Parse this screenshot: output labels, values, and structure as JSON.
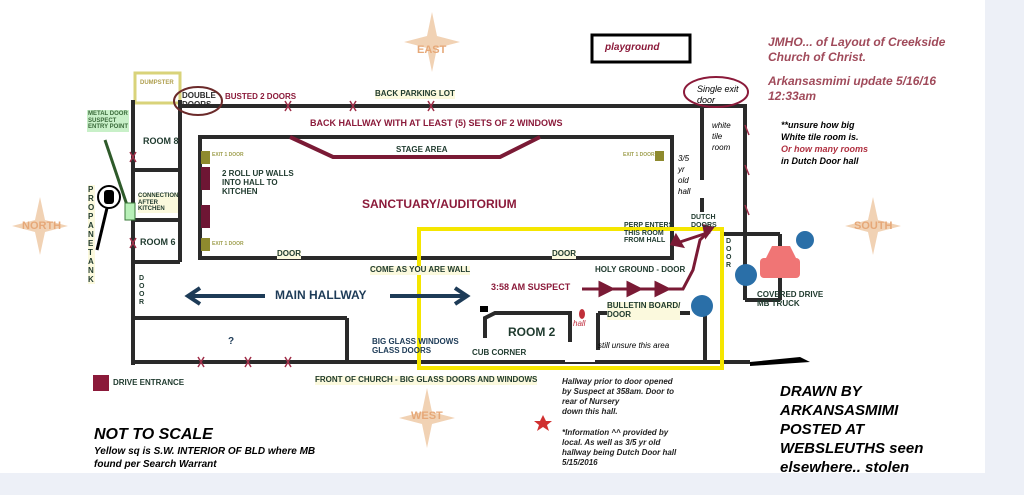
{
  "title": {
    "line1": "JMHO... of Layout of Creekside",
    "line2": "Church of Christ.",
    "update1": "Arkansasmimi update 5/16/16",
    "update2": "12:33am"
  },
  "note_unsure": [
    "**unsure how big",
    "White tile room is.",
    "Or how many rooms",
    "in Dutch Door hall"
  ],
  "compass": {
    "east": "EAST",
    "west": "WEST",
    "north": "NORTH",
    "south": "SOUTH"
  },
  "playground": "playground",
  "labels": {
    "dumpster": "DUMPSTER",
    "double_doors": [
      "DOUBLE",
      "DOORS"
    ],
    "busted": "BUSTED 2 DOORS",
    "back_parking": "BACK PARKING LOT",
    "back_hallway": "BACK HALLWAY WITH AT LEAST (5) SETS OF 2 WINDOWS",
    "stage": "STAGE AREA",
    "metal_door": [
      "METAL DOOR",
      "SUSPECT",
      "ENTRY POINT"
    ],
    "room8": "ROOM 8",
    "connection": [
      "CONNECTION",
      "AFTER",
      "KITCHEN"
    ],
    "room6": "ROOM 6",
    "propane": "PROPANE TANK",
    "exit1": "EXIT 1 DOOR",
    "exit1b": "EXIT 1 DOOR",
    "exit1c": "EXIT 1 DOOR",
    "roll_up": [
      "2 ROLL UP WALLS",
      "INTO HALL TO",
      "KITCHEN"
    ],
    "sanctuary": "SANCTUARY/AUDITORIUM",
    "door1": "DOOR",
    "door2": "DOOR",
    "door_side": "DOOR",
    "door_right": "DOOR",
    "come_as": "COME AS YOU ARE WALL",
    "main_hallway": "MAIN HALLWAY",
    "question": "?",
    "big_glass": [
      "BIG GLASS WINDOWS",
      "GLASS DOORS"
    ],
    "cub": "CUB CORNER",
    "room2": "ROOM 2",
    "hall": "hall",
    "suspect": "3:58 AM SUSPECT",
    "holy": "HOLY GROUND - DOOR",
    "bulletin": [
      "BULLETIN BOARD/",
      "DOOR"
    ],
    "perp": [
      "PERP ENTERS",
      "THIS ROOM",
      "FROM HALL"
    ],
    "dutch": "DUTCH DOORS",
    "unsure_area": "still unsure this area",
    "single_exit": [
      "Single exit",
      "door"
    ],
    "white_tile": [
      "white",
      "tile",
      "room"
    ],
    "old_hall": [
      "3/5",
      "yr",
      "old",
      "hall"
    ],
    "covered": [
      "COVERED DRIVE",
      "MB TRUCK"
    ],
    "front": "FRONT OF CHURCH - BIG GLASS DOORS AND WINDOWS",
    "drive_entrance": "DRIVE ENTRANCE"
  },
  "hallway_note": [
    "Hallway prior to door opened",
    "by Suspect at 358am. Door to",
    "rear of Nursery",
    "down this hall."
  ],
  "info_note": [
    "*Information ^^ provided by",
    "local. As well as 3/5 yr old",
    "hallway being Dutch Door hall",
    "5/15/2016"
  ],
  "not_to_scale": "NOT TO SCALE",
  "yellow_note": [
    "Yellow sq is S.W. INTERIOR OF BLD where MB",
    "found per Search Warrant"
  ],
  "credit": [
    "DRAWN BY",
    "ARKANSASMIMI",
    "POSTED AT",
    "WEBSLEUTHS seen",
    "elsewhere.. stolen"
  ],
  "colors": {
    "wall": "#2a2a2a",
    "maroon": "#8b1a3a",
    "yellow": "#f5e600",
    "navy": "#1d3b57",
    "camera": "#2a6fa8"
  }
}
